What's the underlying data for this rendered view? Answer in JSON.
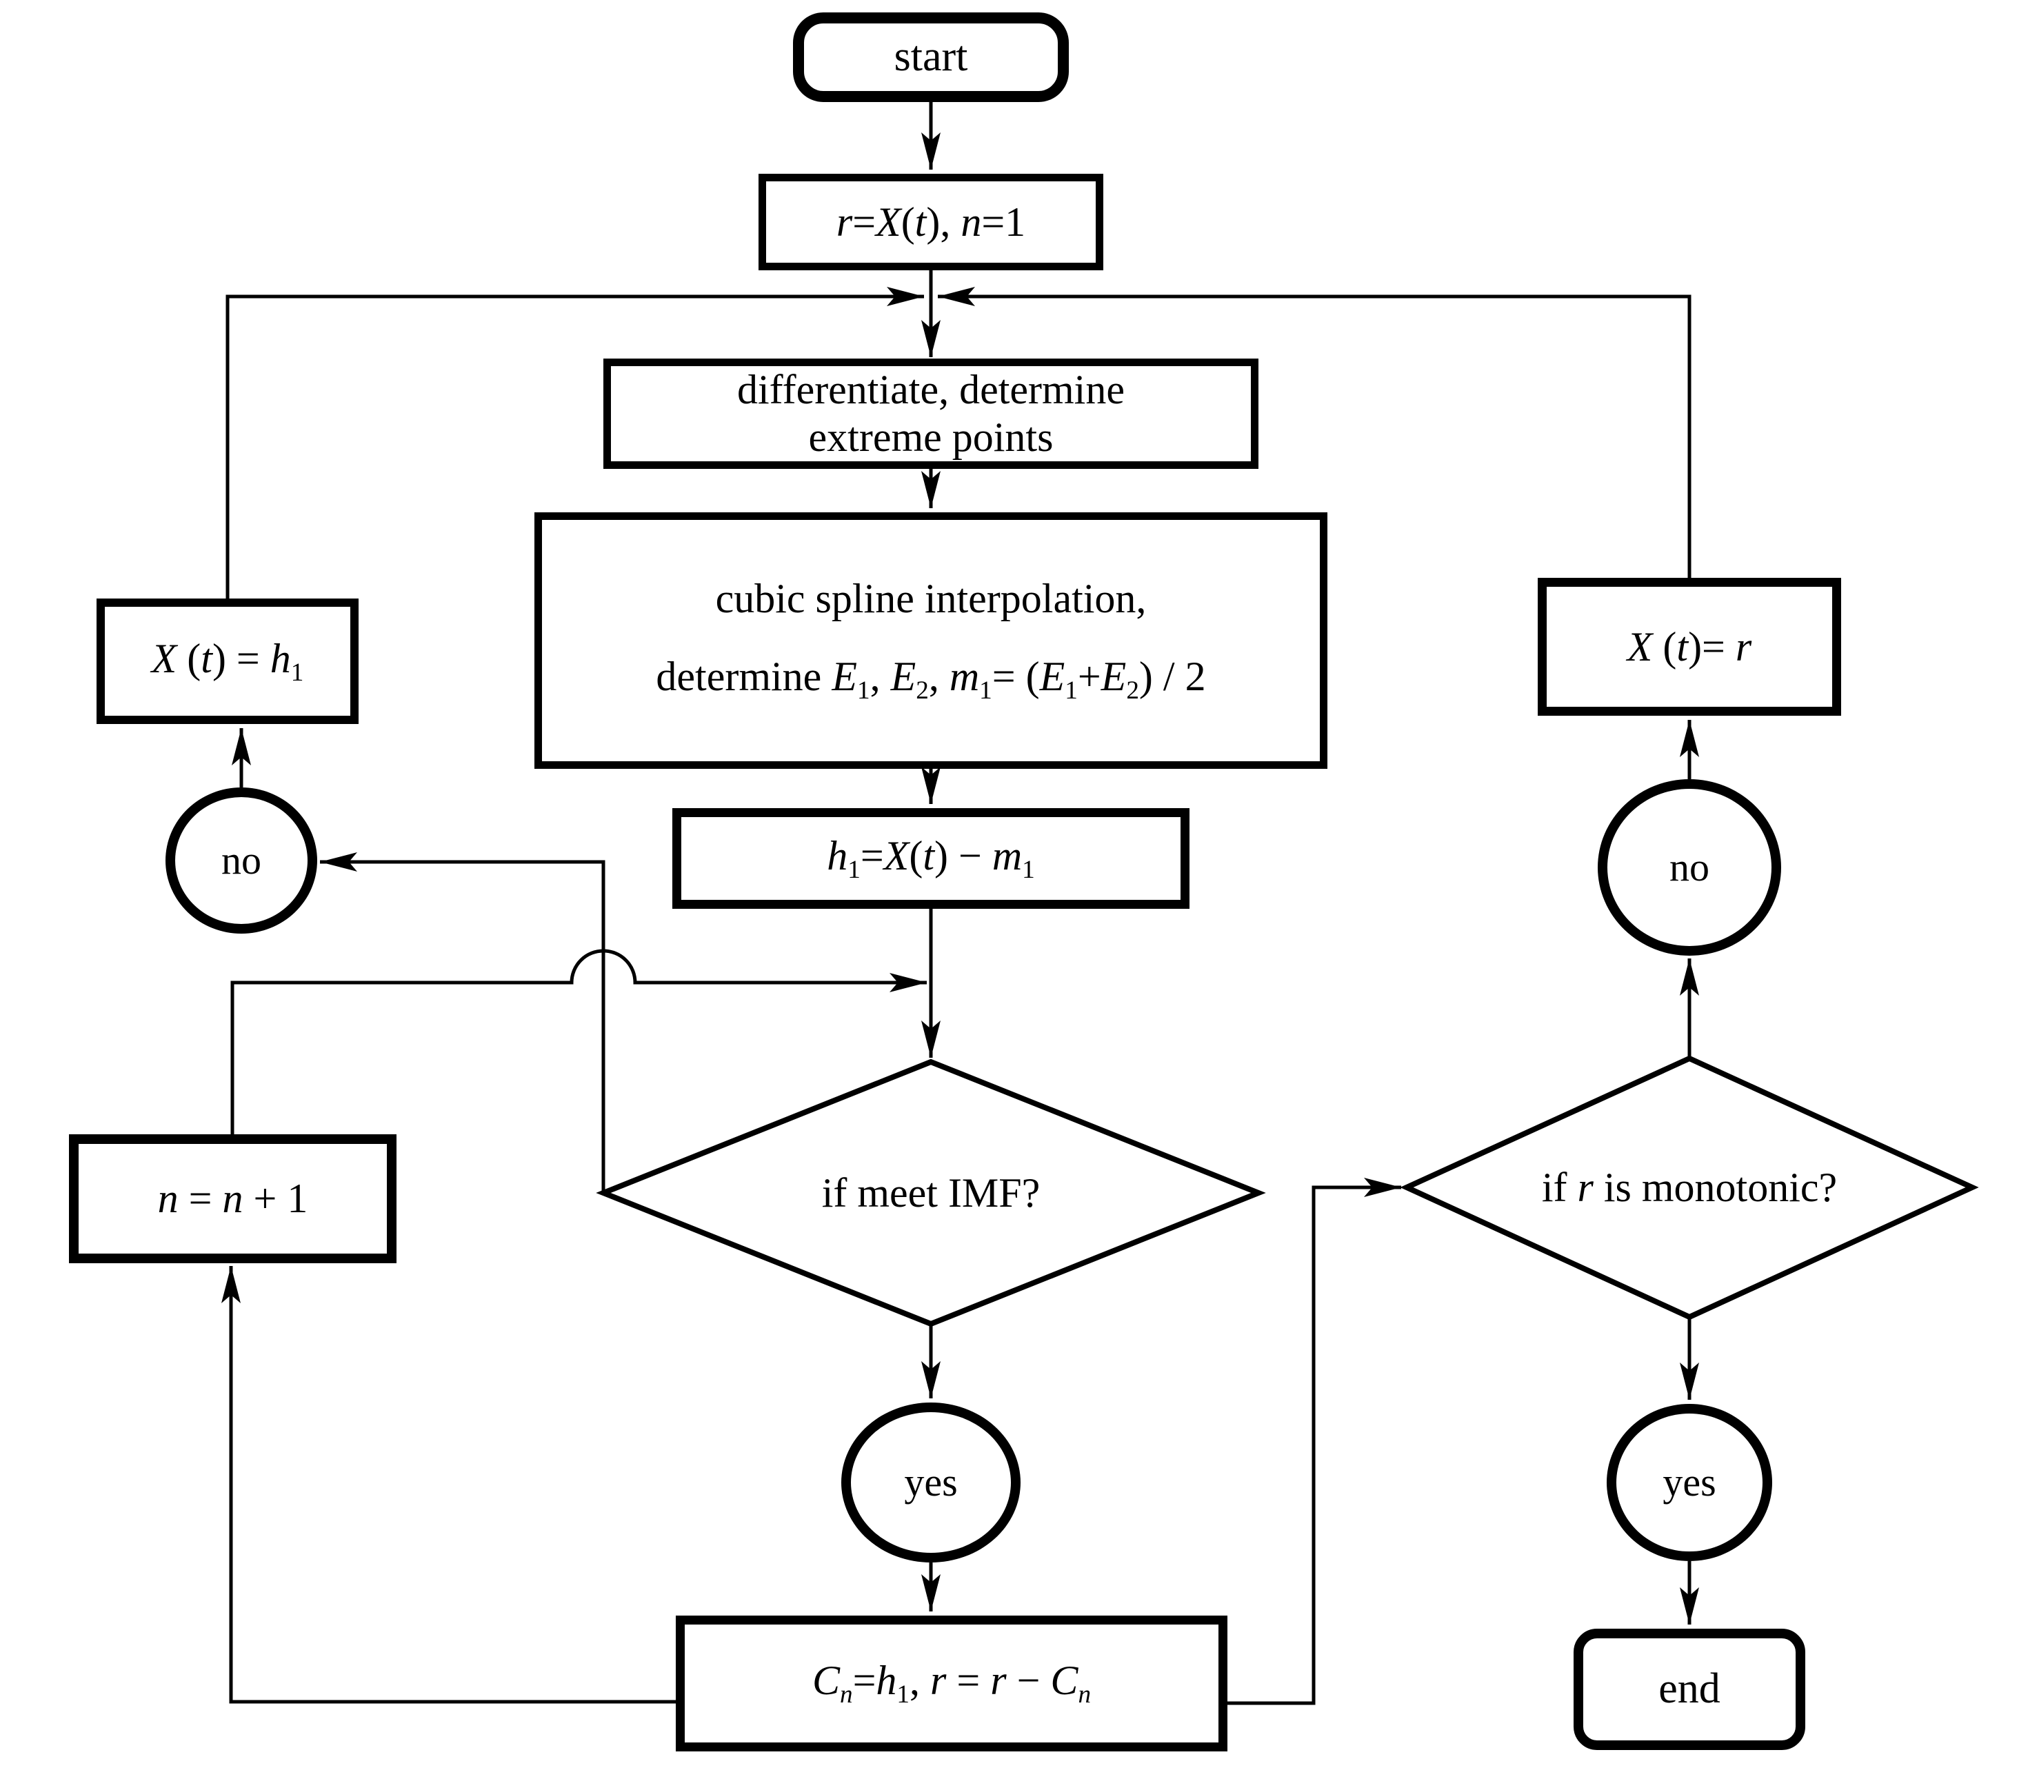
{
  "figure": {
    "background": "#ffffff",
    "line_color": "#000000",
    "type": "flowchart"
  },
  "nodes": {
    "start": {
      "type": "terminator",
      "label": [
        [
          {
            "t": "start"
          }
        ]
      ]
    },
    "init": {
      "type": "process",
      "label": [
        [
          {
            "t": "r",
            "i": true
          },
          {
            "t": "="
          },
          {
            "t": "X",
            "i": true
          },
          {
            "t": "("
          },
          {
            "t": "t",
            "i": true
          },
          {
            "t": "), "
          },
          {
            "t": "n",
            "i": true
          },
          {
            "t": "="
          },
          {
            "t": "1"
          }
        ]
      ]
    },
    "differentiate": {
      "type": "process",
      "label": [
        [
          {
            "t": "differentiate, determine"
          }
        ],
        [
          {
            "t": "extreme points"
          }
        ]
      ]
    },
    "cubic_spline": {
      "type": "process",
      "label": [
        [
          {
            "t": "cubic spline interpolation,"
          }
        ],
        [
          {
            "t": "determine "
          },
          {
            "t": "E",
            "i": true
          },
          {
            "t": "1",
            "s": true
          },
          {
            "t": ", "
          },
          {
            "t": "E",
            "i": true
          },
          {
            "t": "2",
            "s": true
          },
          {
            "t": ", "
          },
          {
            "t": "m",
            "i": true
          },
          {
            "t": "1",
            "s": true
          },
          {
            "t": "= ("
          },
          {
            "t": "E",
            "i": true
          },
          {
            "t": "1",
            "s": true
          },
          {
            "t": "+"
          },
          {
            "t": "E",
            "i": true
          },
          {
            "t": "2",
            "s": true
          },
          {
            "t": ") / 2"
          }
        ]
      ]
    },
    "h1": {
      "type": "process",
      "label": [
        [
          {
            "t": "h",
            "i": true
          },
          {
            "t": "1",
            "s": true
          },
          {
            "t": "="
          },
          {
            "t": "X",
            "i": true
          },
          {
            "t": "("
          },
          {
            "t": "t",
            "i": true
          },
          {
            "t": ") − "
          },
          {
            "t": "m",
            "i": true
          },
          {
            "t": "1",
            "s": true
          }
        ]
      ]
    },
    "imf_decision": {
      "type": "decision",
      "label": [
        [
          {
            "t": "if meet IMF?"
          }
        ]
      ]
    },
    "no_left": {
      "type": "connector",
      "label": [
        [
          {
            "t": "no"
          }
        ]
      ]
    },
    "xt_h1": {
      "type": "process",
      "label": [
        [
          {
            "t": "X",
            "i": true
          },
          {
            "t": " ("
          },
          {
            "t": "t",
            "i": true
          },
          {
            "t": ") = "
          },
          {
            "t": "h",
            "i": true
          },
          {
            "t": "1",
            "s": true
          }
        ]
      ]
    },
    "n_increment": {
      "type": "process",
      "label": [
        [
          {
            "t": "n",
            "i": true
          },
          {
            "t": " = "
          },
          {
            "t": "n",
            "i": true
          },
          {
            "t": " + 1"
          }
        ]
      ]
    },
    "yes_left": {
      "type": "connector",
      "label": [
        [
          {
            "t": "yes"
          }
        ]
      ]
    },
    "cn": {
      "type": "process",
      "label": [
        [
          {
            "t": "C",
            "i": true
          },
          {
            "t": "n",
            "i": true,
            "s": true
          },
          {
            "t": "="
          },
          {
            "t": "h",
            "i": true
          },
          {
            "t": "1",
            "s": true
          },
          {
            "t": ", "
          },
          {
            "t": "r",
            "i": true
          },
          {
            "t": " = "
          },
          {
            "t": "r",
            "i": true
          },
          {
            "t": " − "
          },
          {
            "t": "C",
            "i": true
          },
          {
            "t": "n",
            "i": true,
            "s": true
          }
        ]
      ]
    },
    "monotonic_decision": {
      "type": "decision",
      "label": [
        [
          {
            "t": "if "
          },
          {
            "t": "r",
            "i": true
          },
          {
            "t": " is monotonic?"
          }
        ]
      ]
    },
    "no_right": {
      "type": "connector",
      "label": [
        [
          {
            "t": "no"
          }
        ]
      ]
    },
    "xt_r": {
      "type": "process",
      "label": [
        [
          {
            "t": "X",
            "i": true
          },
          {
            "t": " ("
          },
          {
            "t": "t",
            "i": true
          },
          {
            "t": ")= "
          },
          {
            "t": "r",
            "i": true
          }
        ]
      ]
    },
    "yes_right": {
      "type": "connector",
      "label": [
        [
          {
            "t": "yes"
          }
        ]
      ]
    },
    "end": {
      "type": "terminator",
      "label": [
        [
          {
            "t": "end"
          }
        ]
      ]
    }
  },
  "edges": [
    {
      "from": "start",
      "to": "init"
    },
    {
      "from": "init",
      "to": "differentiate"
    },
    {
      "from": "differentiate",
      "to": "cubic_spline"
    },
    {
      "from": "cubic_spline",
      "to": "h1"
    },
    {
      "from": "h1",
      "to": "imf_decision"
    },
    {
      "from": "imf_decision",
      "to": "no_left",
      "branch": "no"
    },
    {
      "from": "no_left",
      "to": "xt_h1"
    },
    {
      "from": "xt_h1",
      "to": "differentiate",
      "kind": "loop-back"
    },
    {
      "from": "imf_decision",
      "to": "yes_left",
      "branch": "yes"
    },
    {
      "from": "yes_left",
      "to": "cn"
    },
    {
      "from": "cn",
      "to": "n_increment"
    },
    {
      "from": "n_increment",
      "to": "imf_decision",
      "kind": "merge-with-hop"
    },
    {
      "from": "cn",
      "to": "monotonic_decision"
    },
    {
      "from": "monotonic_decision",
      "to": "no_right",
      "branch": "no"
    },
    {
      "from": "no_right",
      "to": "xt_r"
    },
    {
      "from": "xt_r",
      "to": "differentiate",
      "kind": "loop-back"
    },
    {
      "from": "monotonic_decision",
      "to": "yes_right",
      "branch": "yes"
    },
    {
      "from": "yes_right",
      "to": "end"
    }
  ]
}
